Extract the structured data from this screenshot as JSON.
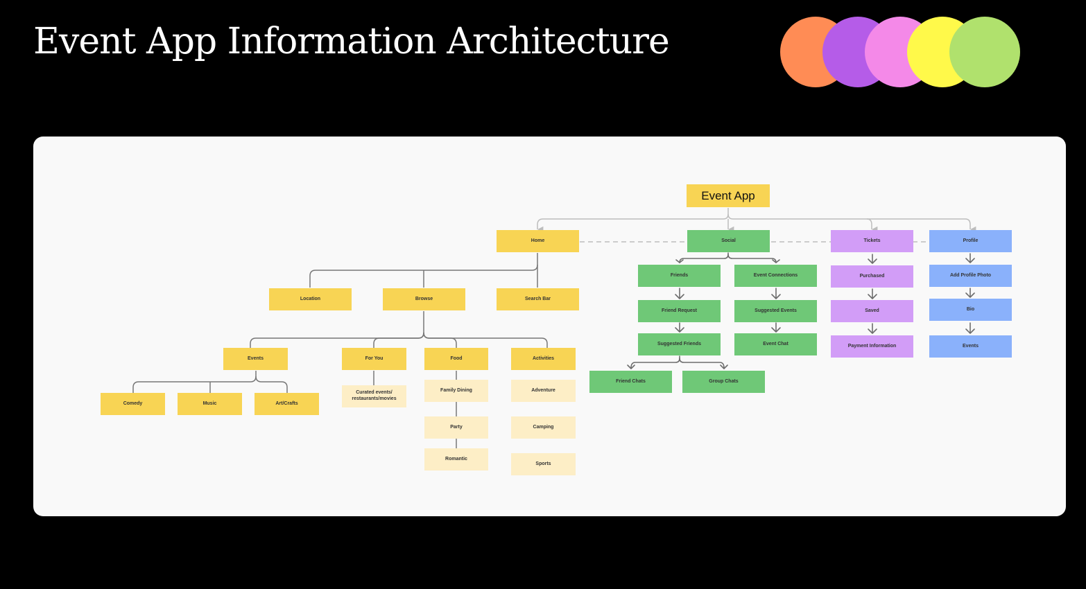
{
  "title": "Event App Information Architecture",
  "colors": {
    "circles": [
      "#ff8c55",
      "#b55ce8",
      "#f489e8",
      "#fff94a",
      "#b0e16d"
    ],
    "yellow": "#f8d454",
    "yellow_light": "#fdeec6",
    "green": "#6fc877",
    "purple": "#d29df7",
    "blue": "#8ab1fb",
    "line": "#707070",
    "line_light": "#bdbdbd"
  },
  "diagram": {
    "root": "Event App",
    "home": {
      "label": "Home",
      "children": [
        "Location",
        "Browse",
        "Search Bar"
      ],
      "browse": {
        "events": {
          "label": "Events",
          "children": [
            "Comedy",
            "Music",
            "Art/Crafts"
          ]
        },
        "for_you": {
          "label": "For You",
          "children": [
            "Curated events/ restaurants/movies"
          ]
        },
        "food": {
          "label": "Food",
          "children": [
            "Family Dining",
            "Party",
            "Romantic"
          ]
        },
        "activities": {
          "label": "Activities",
          "children": [
            "Adventure",
            "Camping",
            "Sports"
          ]
        }
      }
    },
    "social": {
      "label": "Social",
      "friends": [
        "Friends",
        "Friend Request",
        "Suggested Friends"
      ],
      "chats": [
        "Friend  Chats",
        "Group Chats"
      ],
      "connections": [
        "Event Connections",
        "Suggested Events",
        "Event Chat"
      ]
    },
    "tickets": {
      "label": "Tickets",
      "children": [
        "Purchased",
        "Saved",
        "Payment Information"
      ]
    },
    "profile": {
      "label": "Profile",
      "children": [
        "Add Profile Photo",
        "Bio",
        "Events"
      ]
    }
  }
}
